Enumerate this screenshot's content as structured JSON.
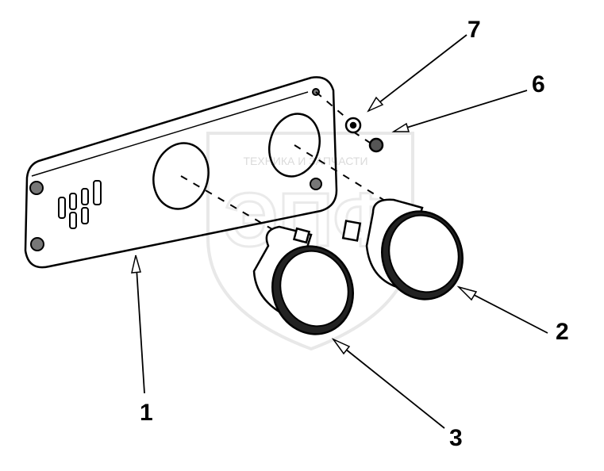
{
  "watermark": {
    "top_text": "ТЕХНИКА И ЗАПЧАСТИ",
    "big_text": "ЭПФ"
  },
  "callouts": [
    "1",
    "2",
    "3",
    "6",
    "7"
  ],
  "colors": {
    "line": "#000000",
    "watermark": "#dddddd",
    "background": "#ffffff"
  }
}
